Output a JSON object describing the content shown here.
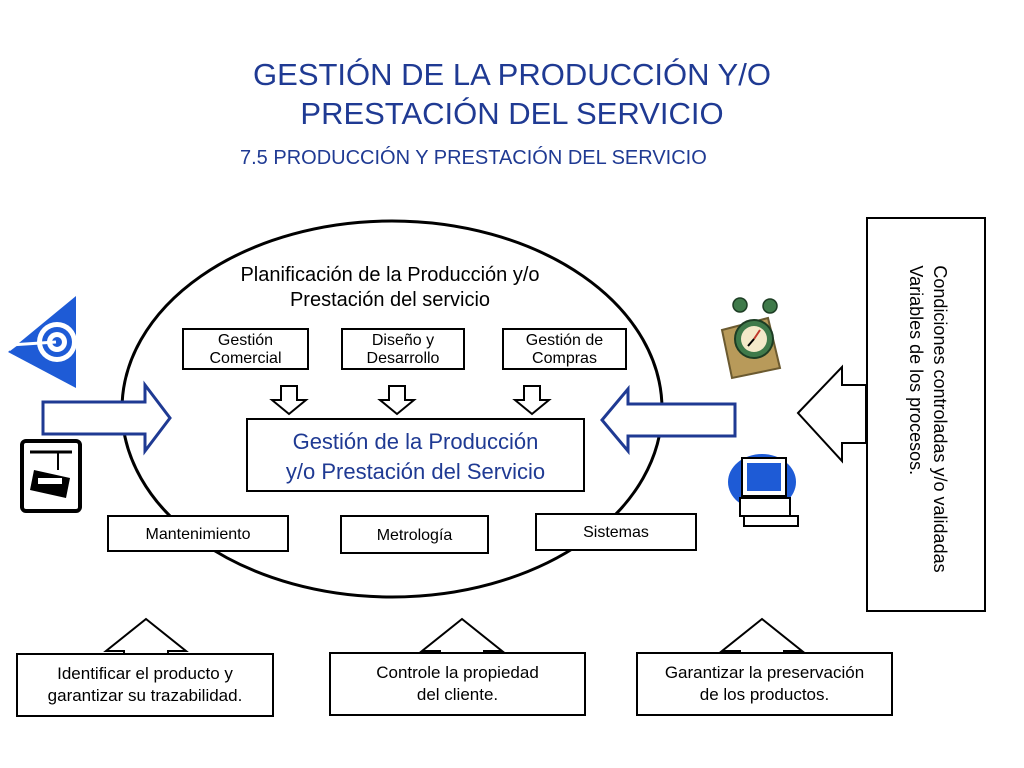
{
  "header": {
    "title_line1": "GESTIÓN DE LA PRODUCCIÓN Y/O",
    "title_line2": "PRESTACIÓN DEL SERVICIO",
    "subtitle": "7.5 PRODUCCIÓN Y PRESTACIÓN DEL SERVICIO"
  },
  "ellipse": {
    "heading_line1": "Planificación de la Producción y/o",
    "heading_line2": "Prestación del servicio"
  },
  "inputs": [
    {
      "line1": "Gestión",
      "line2": "Comercial"
    },
    {
      "line1": "Diseño y",
      "line2": "Desarrollo"
    },
    {
      "line1": "Gestión de",
      "line2": "Compras"
    }
  ],
  "center": {
    "line1": "Gestión de la Producción",
    "line2": "y/o Prestación del Servicio"
  },
  "support": [
    "Mantenimiento",
    "Metrología",
    "Sistemas"
  ],
  "right_panel": {
    "line1": "Condiciones controladas y/o validadas",
    "line2": "Variables de los procesos."
  },
  "bottom": [
    {
      "line1": "Identificar el producto y",
      "line2": "garantizar su trazabilidad."
    },
    {
      "line1": "Controle la propiedad",
      "line2": "del cliente."
    },
    {
      "line1": "Garantizar la preservación",
      "line2": "de los productos."
    }
  ],
  "icons": [
    "target-icon",
    "crane-icon",
    "alarm-clock-icon",
    "computer-icon"
  ],
  "colors": {
    "title": "#1f3a93",
    "icon_blue": "#1e5bd6",
    "clock_green": "#3f7a4a"
  }
}
